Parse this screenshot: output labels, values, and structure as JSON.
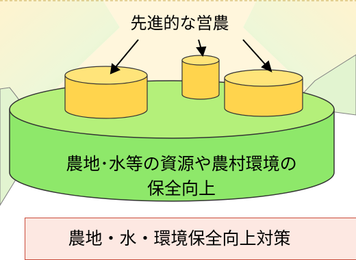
{
  "top_caption": "先進的な営農",
  "base_caption": [
    "農地･水等の資源や農村環境の",
    "保全向上"
  ],
  "bottom_box_label": "農地・水・環境保全向上対策",
  "colors": {
    "callout_fill": "#e2f4d0",
    "callout_border": "#7f7f7f",
    "platform_side": "#8ee86a",
    "platform_top": "#b4f07a",
    "cylinder_body": "#ffd44d",
    "cylinder_top": "#ffe47a",
    "outline": "#333333",
    "bottom_box_fill": "#fde8e2",
    "bottom_box_border": "#c94a3a"
  }
}
